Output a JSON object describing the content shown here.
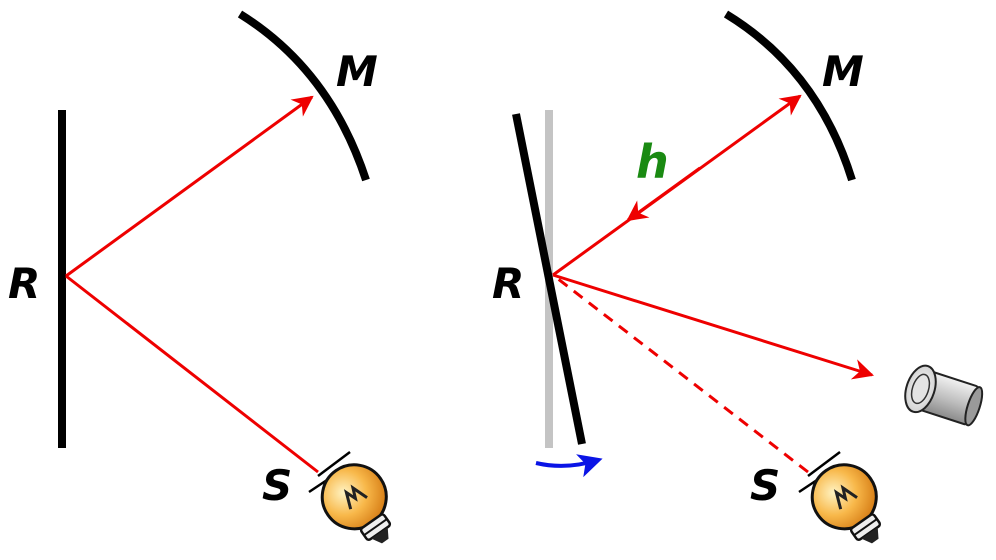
{
  "left_panel": {
    "label_R": "R",
    "label_M": "M",
    "label_S": "S"
  },
  "right_panel": {
    "label_R": "R",
    "label_M": "M",
    "label_S": "S",
    "label_h": "h"
  },
  "colors": {
    "ray": "#ee0000",
    "mirror": "#000000",
    "ghost_mirror": "#c4c4c4",
    "rotation_arrow": "#0a14e6",
    "label_h": "#1a8a12",
    "bulb_glass": "#f5a623",
    "bulb_base": "#222222"
  },
  "icons": [
    "light-bulb-icon",
    "camera-icon",
    "rotation-arrow-icon"
  ]
}
